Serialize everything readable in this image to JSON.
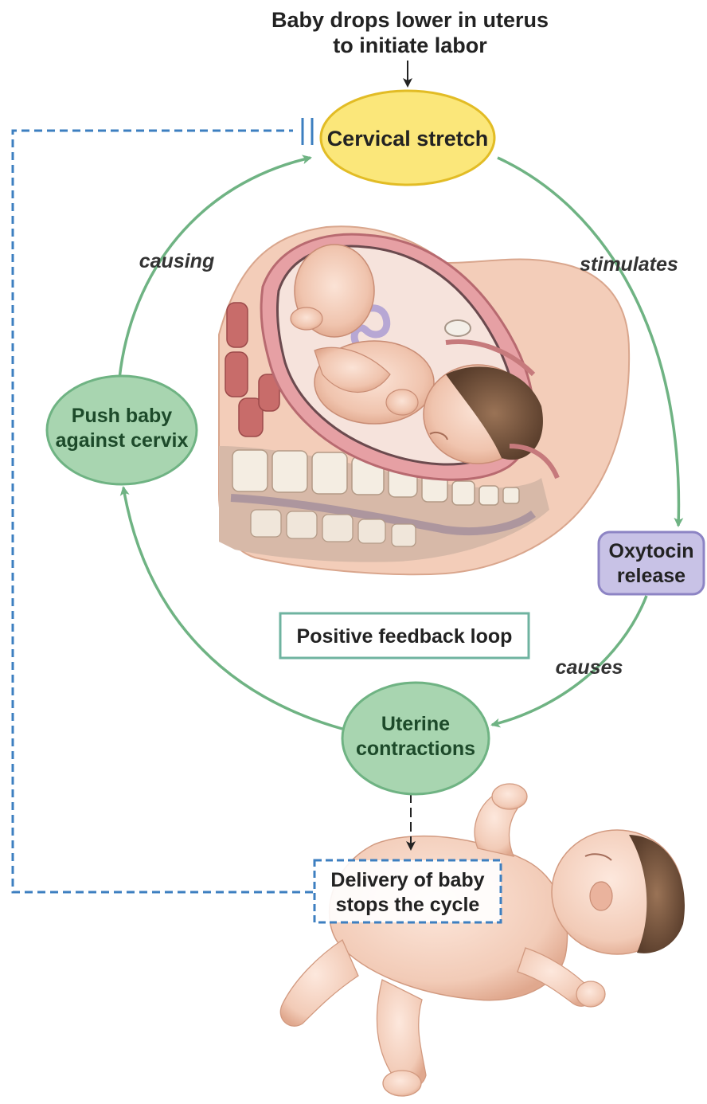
{
  "trigger": {
    "line1": "Baby drops lower in uterus",
    "line2": "to initiate labor"
  },
  "nodes": {
    "cervical_stretch": "Cervical stretch",
    "oxytocin": {
      "line1": "Oxytocin",
      "line2": "release"
    },
    "uterine": {
      "line1": "Uterine",
      "line2": "contractions"
    },
    "push": {
      "line1": "Push baby",
      "line2": "against cervix"
    },
    "delivery": {
      "line1": "Delivery of baby",
      "line2": "stops the cycle"
    }
  },
  "edge_labels": {
    "stimulates": "stimulates",
    "causes": "causes",
    "causing": "causing"
  },
  "loop_label": "Positive feedback loop",
  "icons": [
    "fetus-in-uterus-illustration",
    "newborn-baby-illustration",
    "inhibition-bar-icon"
  ],
  "colors": {
    "loop_arrow": "#6fb383",
    "yellow_fill": "#fbe77a",
    "yellow_stroke": "#e2bc25",
    "green_fill": "#a8d5b0",
    "green_stroke": "#6fb383",
    "purple_fill": "#c8c2e6",
    "purple_stroke": "#8d84c4",
    "dashed_blue": "#3d7fc0",
    "loop_box_stroke": "#6fb3a0",
    "green_text": "#1d4a2a"
  }
}
